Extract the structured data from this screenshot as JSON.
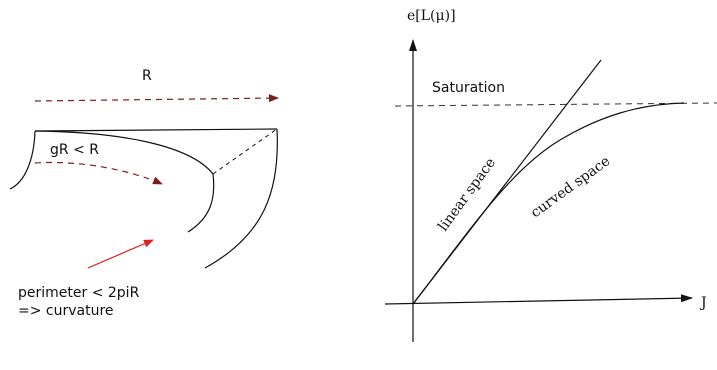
{
  "left_panel": {
    "radius_label": "R",
    "geodesic_radius_label": "gR < R",
    "perimeter_note_line1": "perimeter < 2piR",
    "perimeter_note_line2": "=> curvature",
    "colors": {
      "dashed_arrow": "#7a1f1f",
      "pointer_arrow": "#e02020",
      "stroke": "#111111"
    }
  },
  "right_panel": {
    "y_axis_label": "e[L(μ)]",
    "x_axis_label": "J",
    "saturation_label": "Saturation",
    "linear_label": "linear space",
    "curved_label": "curved space",
    "colors": {
      "axis": "#111111",
      "dashed": "#333333"
    }
  }
}
